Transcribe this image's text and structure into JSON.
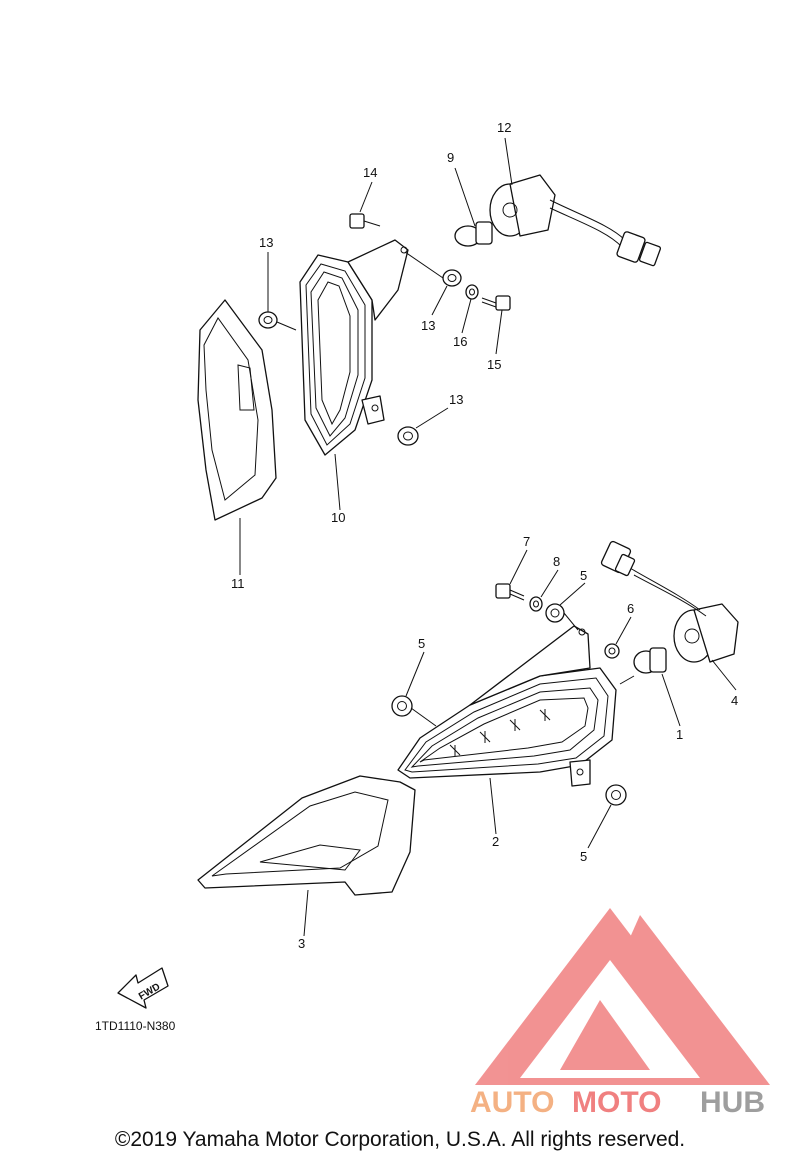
{
  "callouts": {
    "c1": "1",
    "c2": "2",
    "c3": "3",
    "c4": "4",
    "c5a": "5",
    "c5b": "5",
    "c5c": "5",
    "c6": "6",
    "c7": "7",
    "c8": "8",
    "c9": "9",
    "c10": "10",
    "c11": "11",
    "c12": "12",
    "c13a": "13",
    "c13b": "13",
    "c13c": "13",
    "c14": "14",
    "c15": "15",
    "c16": "16"
  },
  "fwd_label": "FWD",
  "diagram_code": "1TD1110-N380",
  "watermark": {
    "part1": "AUTO",
    "part2": "MOTO",
    "part3": "HUB",
    "color_orange": "#f4b183",
    "color_red": "#f08080",
    "color_gray": "#9e9e9e"
  },
  "copyright": "©2019 Yamaha Motor Corporation, U.S.A. All rights reserved."
}
